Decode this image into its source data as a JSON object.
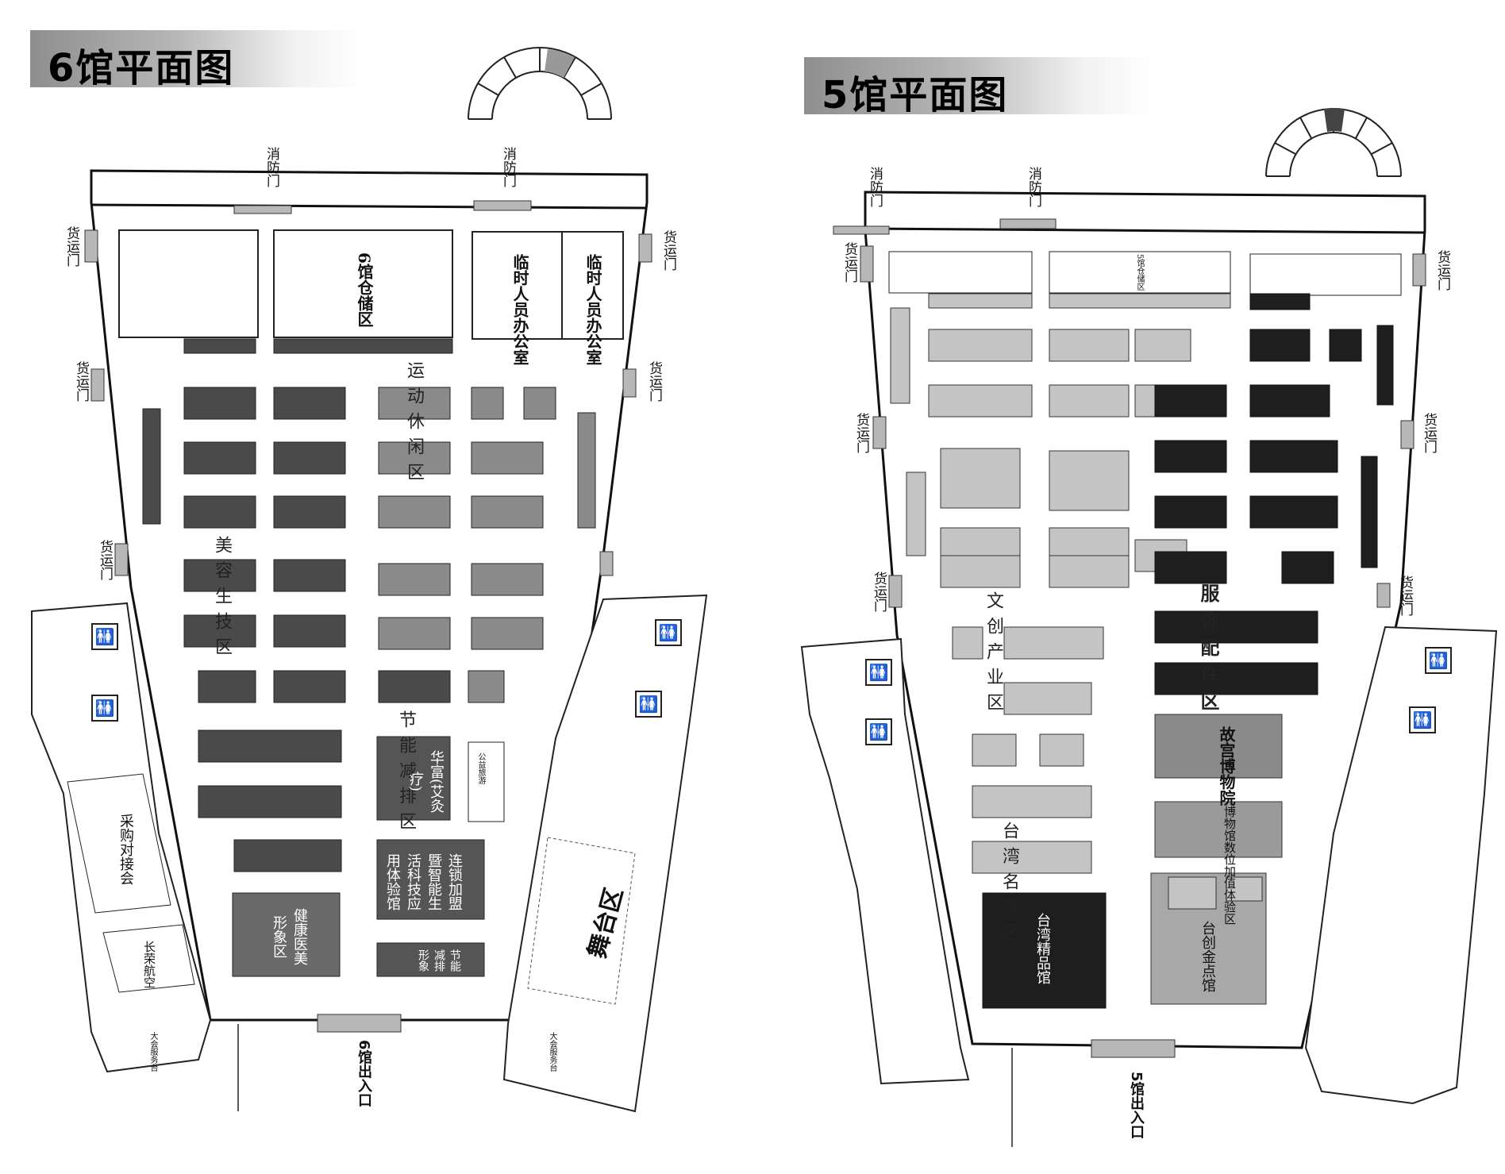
{
  "hall6": {
    "title": "6馆平面图",
    "fire_doors": [
      "消防门",
      "消防门"
    ],
    "cargo_doors": [
      "货运门",
      "货运门",
      "货运门",
      "货运门",
      "货运门"
    ],
    "storage": "6馆仓储区",
    "offices": [
      "临时人员办公室",
      "临时人员办公室"
    ],
    "zones": {
      "sports_leisure": "运动休闲区",
      "beauty_bio": "美容生技区",
      "energy_saving": "节能减排区"
    },
    "feature_boxes": {
      "huafu": "华富(艾灸疗)",
      "chain_smart": "连锁加盟暨智能生活科技应用体验馆",
      "health_beauty": "健康医美形象区",
      "energy_image": "节能减排形象",
      "procurement": "采购对接会",
      "changrong_air": "长荣航空",
      "stage": "舞台区"
    },
    "small_labels": [
      "公益旅游",
      "大会服务台",
      "大会服务台"
    ],
    "exit": "6馆出入口"
  },
  "hall5": {
    "title": "5馆平面图",
    "fire_doors": [
      "消防门",
      "消防门"
    ],
    "cargo_doors": [
      "货运门",
      "货运门",
      "货运门",
      "货运门",
      "货运门",
      "货运门"
    ],
    "storage": "5馆仓储区",
    "zones": {
      "cultural_creative": "文创产业区",
      "apparel": "服饰配件区",
      "taiwan_tea": "台湾名茶区"
    },
    "feature_boxes": {
      "palace_museum": "故宫博物院",
      "museum_digital": "博物馆数位加值体验区",
      "taiwan_boutique": "台湾精品馆",
      "gold_award": "台创金点馆"
    },
    "exit": "5馆出入口"
  },
  "colors": {
    "booth_dark": "#4a4a4a",
    "booth_black": "#1e1e1e",
    "booth_mid": "#8a8a8a",
    "booth_light": "#c4c4c4",
    "wall": "#111111",
    "door": "#b8b8b8"
  }
}
